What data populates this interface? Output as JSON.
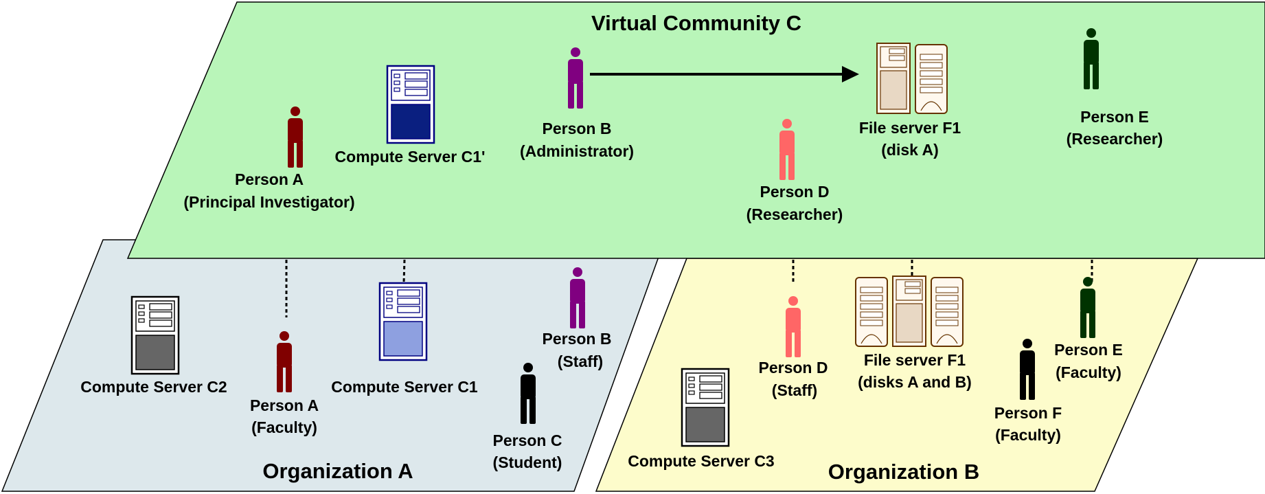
{
  "virtual_community": {
    "title": "Virtual Community C",
    "fill": "#b9f5b9",
    "persons": [
      {
        "key": "a",
        "line1": "Person A",
        "line2": "(Principal Investigator)",
        "color": "#800000"
      },
      {
        "key": "b",
        "line1": "Person B",
        "line2": "(Administrator)",
        "color": "#800080"
      },
      {
        "key": "d",
        "line1": "Person D",
        "line2": "(Researcher)",
        "color": "#ff6666"
      },
      {
        "key": "e",
        "line1": "Person E",
        "line2": "(Researcher)",
        "color": "#003300"
      }
    ],
    "servers": [
      {
        "key": "c1p",
        "line1": "Compute Server C1'"
      },
      {
        "key": "f1",
        "line1": "File server F1",
        "line2": "(disk A)"
      }
    ]
  },
  "organization_a": {
    "title": "Organization A",
    "fill": "#dde8ec",
    "persons": [
      {
        "key": "a",
        "line1": "Person A",
        "line2": "(Faculty)",
        "color": "#800000"
      },
      {
        "key": "b",
        "line1": "Person B",
        "line2": "(Staff)",
        "color": "#800080"
      },
      {
        "key": "c",
        "line1": "Person C",
        "line2": "(Student)",
        "color": "#000000"
      }
    ],
    "servers": [
      {
        "key": "c2",
        "line1": "Compute Server C2"
      },
      {
        "key": "c1",
        "line1": "Compute Server C1"
      }
    ]
  },
  "organization_b": {
    "title": "Organization B",
    "fill": "#fdfccb",
    "persons": [
      {
        "key": "d",
        "line1": "Person D",
        "line2": "(Staff)",
        "color": "#ff6666"
      },
      {
        "key": "e",
        "line1": "Person E",
        "line2": "(Faculty)",
        "color": "#003300"
      },
      {
        "key": "f",
        "line1": "Person F",
        "line2": "(Faculty)",
        "color": "#000000"
      }
    ],
    "servers": [
      {
        "key": "c3",
        "line1": "Compute Server C3"
      },
      {
        "key": "f1",
        "line1": "File server F1",
        "line2": "(disks A and B)"
      }
    ]
  },
  "colors": {
    "server_outline_blue": "#000080",
    "server_outline_brown": "#663300",
    "server_outline_black": "#000000",
    "arrow": "#000000"
  },
  "icons": {
    "person": "person-figure-icon",
    "server": "server-tower-icon",
    "file_server": "file-server-rack-icon"
  }
}
